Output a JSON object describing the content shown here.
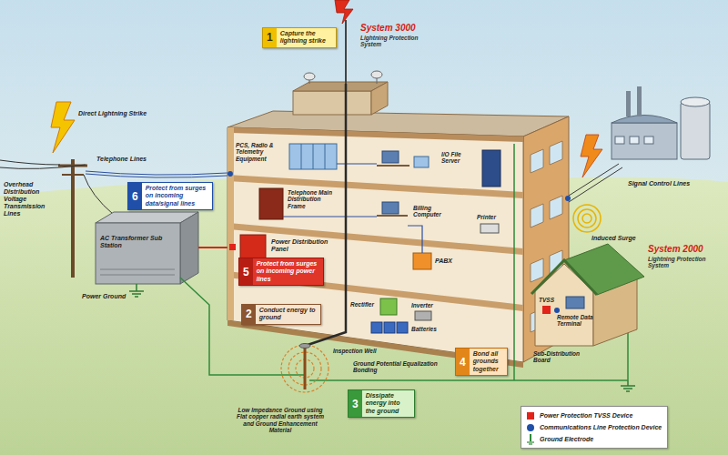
{
  "diagram": {
    "nodes": [
      {
        "text": [
          "1",
          "Capture the lightning strike"
        ]
      },
      {
        "text": [
          "6",
          "Protect from surges on incoming data/signal lines"
        ]
      },
      {
        "text": [
          "5",
          "Protect from surges on incoming power lines"
        ]
      },
      {
        "text": [
          "2",
          "Conduct energy to ground"
        ]
      },
      {
        "text": [
          "4",
          "Bond all grounds together"
        ]
      },
      {
        "text": [
          "3",
          "Dissipate energy into the ground"
        ]
      }
    ],
    "labels": [
      "System 3000",
      "Lightning Protection System",
      "Direct Lightning Strike",
      "Telephone Lines",
      "Overhead Distribution Voltage Transmission Lines",
      "PCS, Radio & Telemetry Equipment",
      "I/O File Server",
      "Telephone Main Distribution Frame",
      "Billing Computer",
      "Printer",
      "Power Distribution Panel",
      "PABX",
      "AC Transformer Sub Station",
      "Power Ground",
      "Rectifier",
      "Inverter",
      "Batteries",
      "Inspection Well",
      "Ground Potential Equalization Bonding",
      "Low Impedance Ground using Flat copper radial earth system and Ground Enhancement Material",
      "Signal Control Lines",
      "Induced Surge",
      "System 2000",
      "Lightning Protection System",
      "TVSS",
      "Remote Data Terminal",
      "Sub-Distribution Board"
    ],
    "legend": [
      {
        "text": "Power Protection TVSS Device",
        "color": "#e2231a"
      },
      {
        "text": "Communications Line Protection Device",
        "color": "#1f4fa8"
      },
      {
        "text": "Ground Electrode"
      }
    ]
  }
}
